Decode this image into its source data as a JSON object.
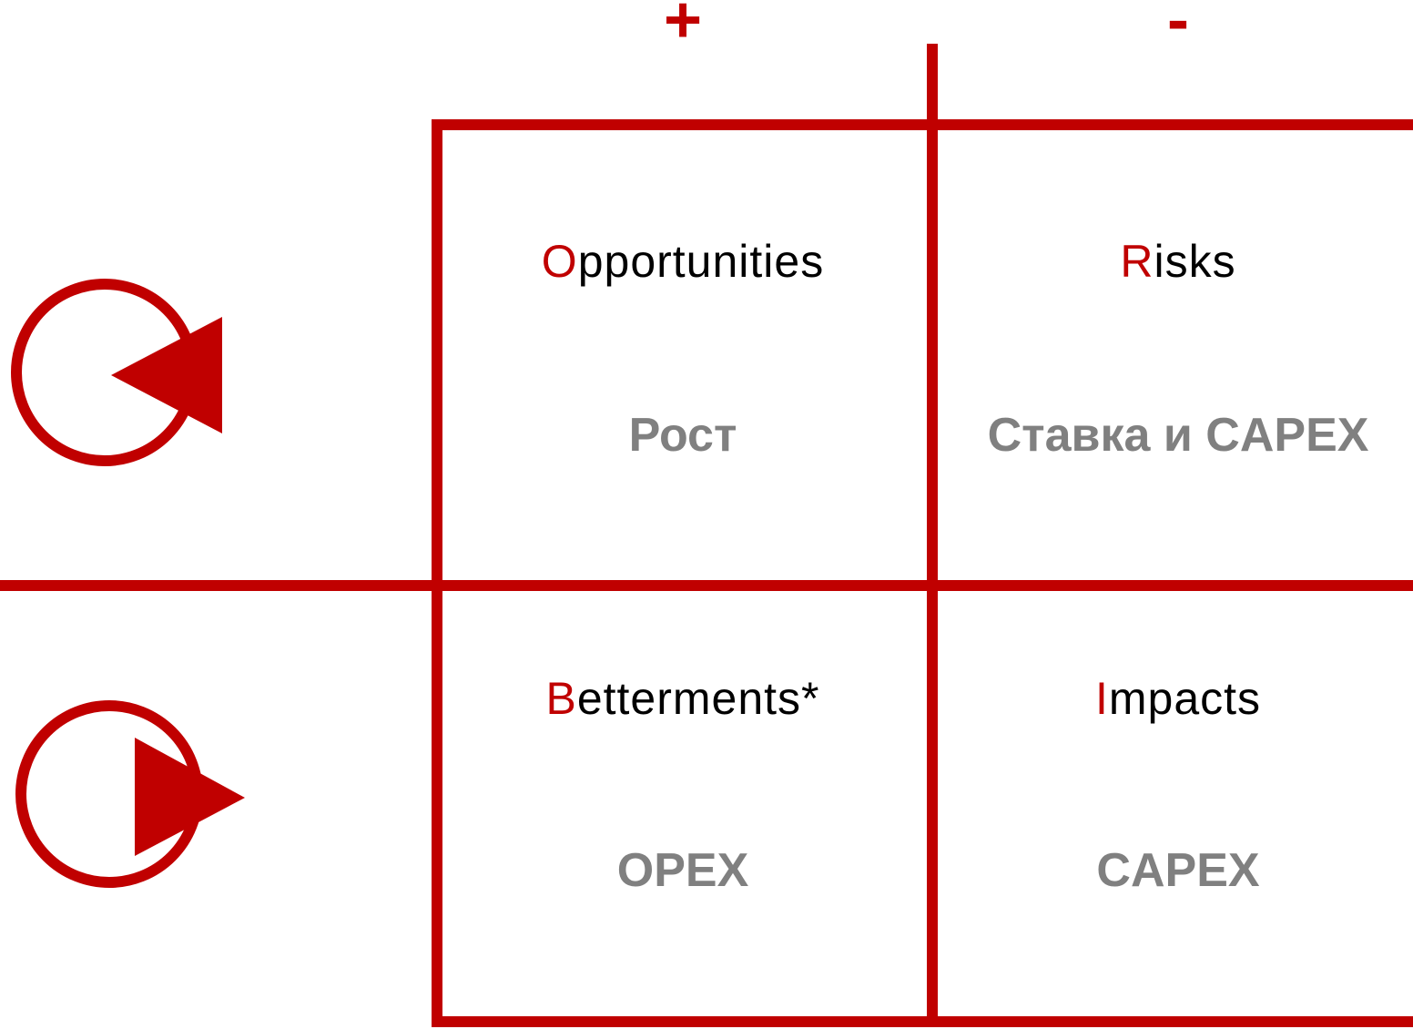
{
  "columns": {
    "plus_label": "+",
    "minus_label": "-"
  },
  "cells": {
    "opportunities": {
      "initial": "O",
      "rest": "pportunities",
      "subtitle": "Рост"
    },
    "risks": {
      "initial": "R",
      "rest": "isks",
      "subtitle": "Ставка и CAPEX"
    },
    "betterments": {
      "initial": "B",
      "rest": "etterments*",
      "subtitle": "OPEX"
    },
    "impacts": {
      "initial": "I",
      "rest": "mpacts",
      "subtitle": "CAPEX"
    }
  },
  "rows": {
    "top_icon": "counter-clockwise-cycle-icon",
    "bottom_icon": "clockwise-cycle-icon"
  },
  "colors": {
    "accent": "#c00000",
    "title_text": "#000000",
    "subtitle_text": "#808080",
    "background": "#ffffff"
  }
}
